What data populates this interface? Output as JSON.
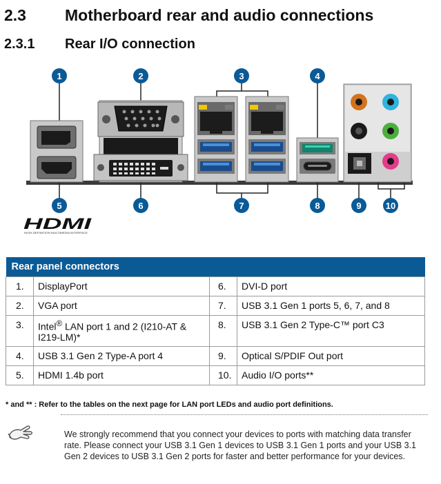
{
  "section": {
    "number": "2.3",
    "title": "Motherboard rear and audio connections"
  },
  "subsection": {
    "number": "2.3.1",
    "title": "Rear I/O connection"
  },
  "diagram": {
    "callouts": [
      "1",
      "2",
      "3",
      "4",
      "5",
      "6",
      "7",
      "8",
      "9",
      "10"
    ],
    "hdmi_logo": "HDMI",
    "hdmi_logo_tagline": "HIGH-DEFINITION MULTIMEDIA INTERFACE"
  },
  "table": {
    "header": "Rear panel connectors",
    "rows": [
      {
        "n1": "1.",
        "d1": "DisplayPort",
        "n2": "6.",
        "d2": "DVI-D port"
      },
      {
        "n1": "2.",
        "d1": "VGA port",
        "n2": "7.",
        "d2": "USB 3.1 Gen 1 ports 5, 6, 7, and 8"
      },
      {
        "n1": "3.",
        "d1_a": "Intel",
        "d1_sup": "®",
        "d1_b": " LAN port 1 and 2 (I210-AT & I219-LM)*",
        "n2": "8.",
        "d2": "USB 3.1 Gen 2 Type-C™ port C3"
      },
      {
        "n1": "4.",
        "d1": "USB 3.1 Gen 2 Type-A port 4",
        "n2": "9.",
        "d2": "Optical S/PDIF Out port"
      },
      {
        "n1": "5.",
        "d1": "HDMI 1.4b port",
        "n2": "10.",
        "d2": "Audio I/O ports**"
      }
    ]
  },
  "footnote": "* and ** : Refer to the tables on the next page for LAN port LEDs and audio port definitions.",
  "note": "We strongly recommend that you connect your devices to ports with matching data transfer rate. Please connect your USB 3.1 Gen 1 devices to USB 3.1 Gen 1 ports and your USB 3.1 Gen 2 devices to USB 3.1 Gen 2 ports for faster and better performance for your devices.",
  "colors": {
    "badge": "#0a5a96",
    "header": "#0a5a96",
    "audio_orange": "#d4731f",
    "audio_blue": "#2fb3e0",
    "audio_green": "#4caf3c",
    "audio_pink": "#e43b8a"
  }
}
